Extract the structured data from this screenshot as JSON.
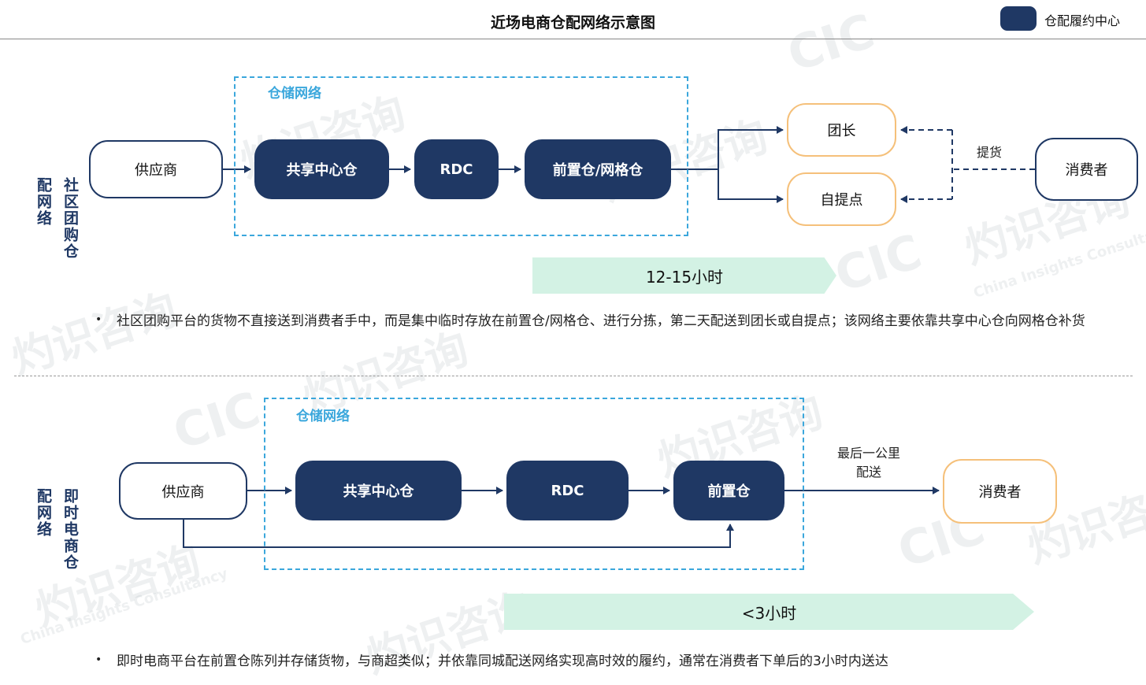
{
  "title": "近场电商仓配网络示意图",
  "legend": {
    "label": "仓配履约中心",
    "color": "#1f3864"
  },
  "watermark": {
    "cn": "灼识咨询",
    "en": "China Insights Consultancy",
    "logo": "CIC"
  },
  "top_network": {
    "side_label": "社区团购仓配网络",
    "box_label": "仓储网络",
    "supplier": "供应商",
    "shared_center": "共享中心仓",
    "rdc": "RDC",
    "front_grid": "前置仓/网格仓",
    "leader": "团长",
    "pickup": "自提点",
    "pickup_note": "提货",
    "consumer": "消费者",
    "time": "12-15小时",
    "bullet": "社区团购平台的货物不直接送到消费者手中，而是集中临时存放在前置仓/网格仓、进行分拣，第二天配送到团长或自提点；该网络主要依靠共享中心仓向网格仓补货"
  },
  "bottom_network": {
    "side_label": "即时电商仓配网络",
    "box_label": "仓储网络",
    "supplier": "供应商",
    "shared_center": "共享中心仓",
    "rdc": "RDC",
    "front": "前置仓",
    "last_mile": "最后一公里配送",
    "consumer": "消费者",
    "time": "<3小时",
    "bullet": "即时电商平台在前置仓陈列并存储货物，与商超类似；并依靠同城配送网络实现高时效的履约，通常在消费者下单后的3小时内送达"
  },
  "colors": {
    "dark_navy": "#1f3864",
    "dash_blue": "#3ba7dc",
    "orange": "#f5c07a",
    "mint": "#d3f2e4"
  }
}
